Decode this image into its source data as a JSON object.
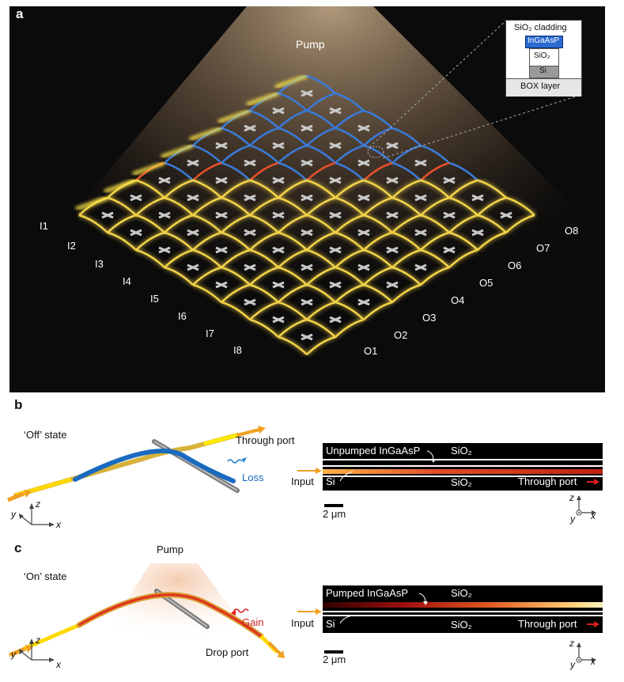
{
  "panel_a": {
    "letter": "a",
    "pump": "Pump",
    "inputs": [
      "I1",
      "I2",
      "I3",
      "I4",
      "I5",
      "I6",
      "I7",
      "I8"
    ],
    "outputs": [
      "O1",
      "O2",
      "O3",
      "O4",
      "O5",
      "O6",
      "O7",
      "O8"
    ],
    "inset": {
      "cladding": "SiO₂ cladding",
      "ingaasp": "InGaAsP",
      "sio2": "SiO₂",
      "si": "Si",
      "box": "BOX layer"
    }
  },
  "panel_b": {
    "letter": "b",
    "state": "‘Off’ state",
    "through_port": "Through port",
    "loss": "Loss",
    "axes": {
      "z": "z",
      "y": "y",
      "x": "x"
    },
    "strip": {
      "unpumped": "Unpumped InGaAsP",
      "sio2_top": "SiO₂",
      "input": "Input",
      "si": "Si",
      "sio2_bottom": "SiO₂",
      "through_port": "Through port",
      "scale": "2 μm"
    }
  },
  "panel_c": {
    "letter": "c",
    "pump": "Pump",
    "state": "‘On’ state",
    "gain": "Gain",
    "drop_port": "Drop port",
    "axes": {
      "z": "z",
      "y": "y",
      "x": "x"
    },
    "strip": {
      "pumped": "Pumped InGaAsP",
      "sio2_top": "SiO₂",
      "input": "Input",
      "si": "Si",
      "sio2_bottom": "SiO₂",
      "through_port": "Through port",
      "scale": "2 μm"
    }
  }
}
